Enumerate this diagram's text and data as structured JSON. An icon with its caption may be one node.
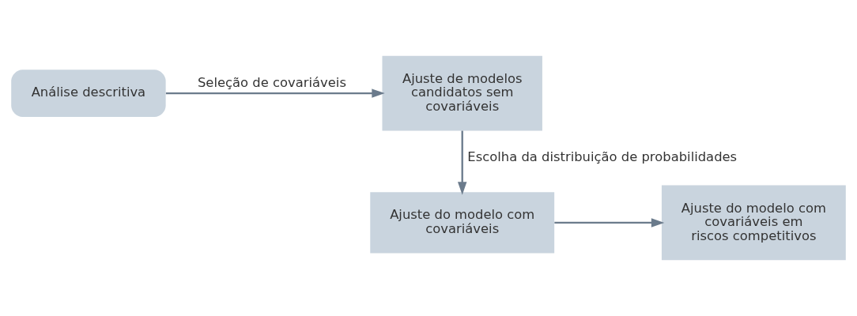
{
  "diagram": {
    "nodes": [
      {
        "text": [
          "Análise descritiva"
        ]
      },
      {
        "text": [
          "Ajuste de modelos candidatos sem covariáveis"
        ]
      },
      {
        "text": [
          "Ajuste do modelo com covariáveis"
        ]
      },
      {
        "text": [
          "Ajuste do modelo com covariáveis em riscos competitivos"
        ]
      }
    ],
    "edges": [
      {
        "from": 0,
        "to": 1,
        "arrow": "to",
        "label": "Seleção de covariáveis"
      },
      {
        "from": 1,
        "to": 2,
        "arrow": "to",
        "label": "Escolha da distribuição de probabilidades"
      },
      {
        "from": 2,
        "to": 3,
        "arrow": "to"
      }
    ]
  }
}
